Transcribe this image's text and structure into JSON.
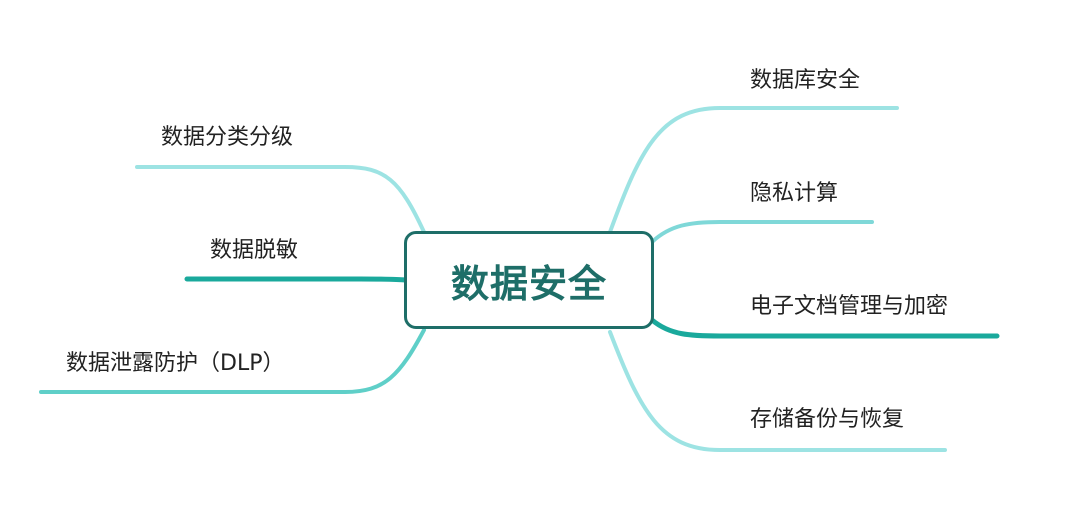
{
  "central": {
    "label": "数据安全"
  },
  "branches": {
    "right": [
      {
        "label": "数据库安全"
      },
      {
        "label": "隐私计算"
      },
      {
        "label": "电子文档管理与加密"
      },
      {
        "label": "存储备份与恢复"
      }
    ],
    "left": [
      {
        "label": "数据分类分级"
      },
      {
        "label": "数据脱敏"
      },
      {
        "label": "数据泄露防护（DLP）"
      }
    ]
  },
  "colors": {
    "node_border": "#1e6e68",
    "node_text": "#1e6e68",
    "branch_light": "#9de3e3",
    "branch_dark": "#1aa99c",
    "label_text": "#222222"
  }
}
